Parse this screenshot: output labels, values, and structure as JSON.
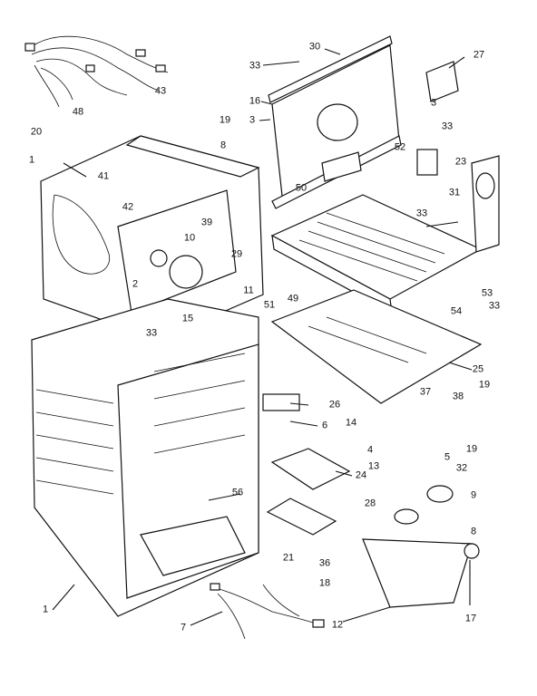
{
  "callouts": [
    {
      "id": "c30",
      "text": "30"
    },
    {
      "id": "c27",
      "text": "27"
    },
    {
      "id": "c33a",
      "text": "33"
    },
    {
      "id": "c16",
      "text": "16"
    },
    {
      "id": "c3a",
      "text": "3"
    },
    {
      "id": "c3b",
      "text": "3"
    },
    {
      "id": "c33b",
      "text": "33"
    },
    {
      "id": "c43",
      "text": "43"
    },
    {
      "id": "c48",
      "text": "48"
    },
    {
      "id": "c20",
      "text": "20"
    },
    {
      "id": "c19a",
      "text": "19"
    },
    {
      "id": "c8a",
      "text": "8"
    },
    {
      "id": "c52",
      "text": "52"
    },
    {
      "id": "c23",
      "text": "23"
    },
    {
      "id": "c1a",
      "text": "1"
    },
    {
      "id": "c41",
      "text": "41"
    },
    {
      "id": "c50",
      "text": "50"
    },
    {
      "id": "c31",
      "text": "31"
    },
    {
      "id": "c42",
      "text": "42"
    },
    {
      "id": "c39",
      "text": "39"
    },
    {
      "id": "c33c",
      "text": "33"
    },
    {
      "id": "c10",
      "text": "10"
    },
    {
      "id": "c29",
      "text": "29"
    },
    {
      "id": "c2",
      "text": "2"
    },
    {
      "id": "c11",
      "text": "11"
    },
    {
      "id": "c51",
      "text": "51"
    },
    {
      "id": "c49",
      "text": "49"
    },
    {
      "id": "c53",
      "text": "53"
    },
    {
      "id": "c15",
      "text": "15"
    },
    {
      "id": "c54",
      "text": "54"
    },
    {
      "id": "c33d",
      "text": "33"
    },
    {
      "id": "c33e",
      "text": "33"
    },
    {
      "id": "c25",
      "text": "25"
    },
    {
      "id": "c37",
      "text": "37"
    },
    {
      "id": "c38",
      "text": "38"
    },
    {
      "id": "c19b",
      "text": "19"
    },
    {
      "id": "c26",
      "text": "26"
    },
    {
      "id": "c6",
      "text": "6"
    },
    {
      "id": "c14",
      "text": "14"
    },
    {
      "id": "c4",
      "text": "4"
    },
    {
      "id": "c5",
      "text": "5"
    },
    {
      "id": "c19c",
      "text": "19"
    },
    {
      "id": "c13",
      "text": "13"
    },
    {
      "id": "c32",
      "text": "32"
    },
    {
      "id": "c24",
      "text": "24"
    },
    {
      "id": "c56",
      "text": "56"
    },
    {
      "id": "c28",
      "text": "28"
    },
    {
      "id": "c9",
      "text": "9"
    },
    {
      "id": "c8b",
      "text": "8"
    },
    {
      "id": "c21",
      "text": "21"
    },
    {
      "id": "c36",
      "text": "36"
    },
    {
      "id": "c18",
      "text": "18"
    },
    {
      "id": "c1b",
      "text": "1"
    },
    {
      "id": "c7",
      "text": "7"
    },
    {
      "id": "c12",
      "text": "12"
    },
    {
      "id": "c17",
      "text": "17"
    }
  ]
}
